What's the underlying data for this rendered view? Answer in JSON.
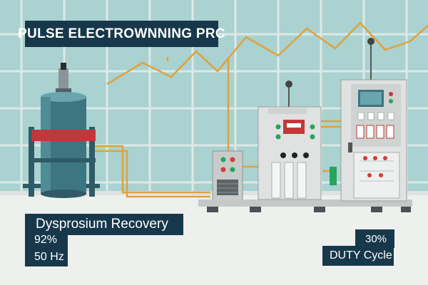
{
  "banner": {
    "title": "PULSE ELECTROWNNING PRC"
  },
  "recovery": {
    "label": "Dysprosium Recovery",
    "value": "92%",
    "frequency": "50 Hz"
  },
  "duty": {
    "value": "30%",
    "label": "DUTY Cycle"
  },
  "colors": {
    "panel": "#17384a",
    "wall": "#a9d2d1",
    "grid": "#dde9e6",
    "floor": "#eef0ee",
    "tank": "#3d7580",
    "band": "#c0393a",
    "wire": "#e0a23c",
    "cabinet": "#dfe2e1",
    "indicator_green": "#27a35a",
    "indicator_red": "#d63b34"
  },
  "icons": [
    "electrolysis-tank-icon",
    "control-cabinet-icon",
    "power-supply-icon",
    "monitor-icon",
    "pulse-waveform-icon"
  ]
}
